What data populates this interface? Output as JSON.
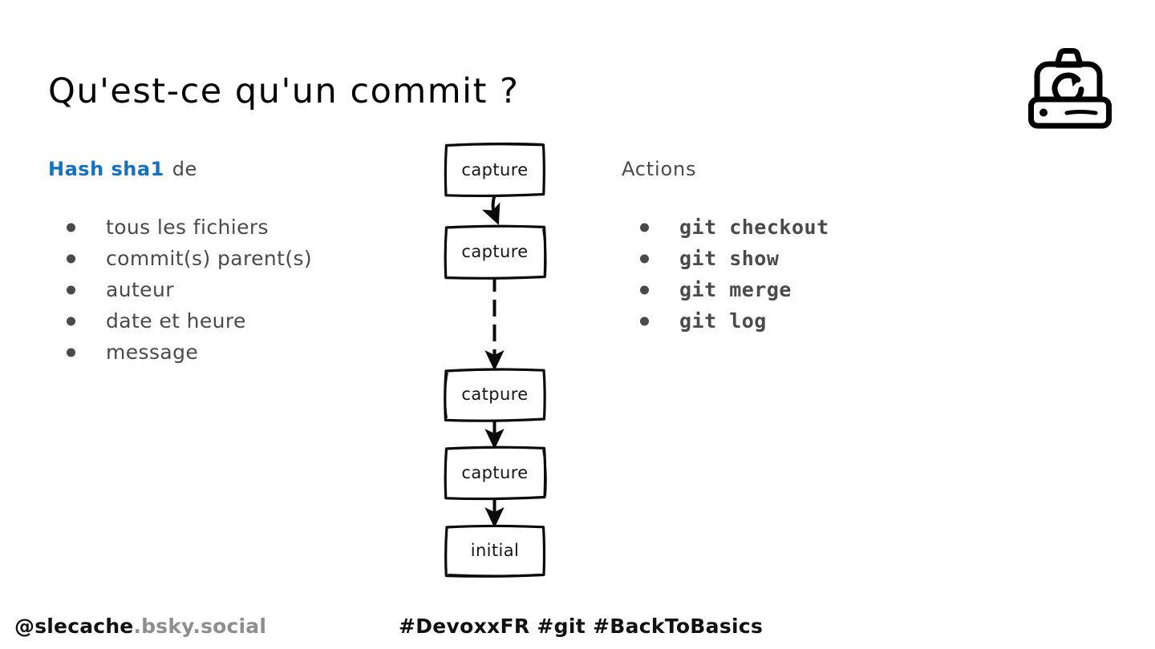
{
  "slide": {
    "title": "Qu'est-ce qu'un commit ?",
    "background_color": "#ffffff"
  },
  "icons": {
    "camera": "camera-refresh-icon"
  },
  "colors": {
    "accent_blue": "#1571c2",
    "body_gray": "#4a4a4a",
    "footer_gray": "#8e8e8e",
    "ink_black": "#111111"
  },
  "left_column": {
    "heading_highlight": "Hash sha1",
    "heading_rest": "de",
    "items": [
      {
        "label": "tous les fichiers"
      },
      {
        "label": "commit(s) parent(s)"
      },
      {
        "label": "auteur"
      },
      {
        "label": "date et heure"
      },
      {
        "label": "message"
      }
    ]
  },
  "right_column": {
    "heading": "Actions",
    "items": [
      {
        "label": "git checkout"
      },
      {
        "label": "git show"
      },
      {
        "label": "git merge"
      },
      {
        "label": "git log"
      }
    ]
  },
  "diagram": {
    "nodes": [
      {
        "label": "capture"
      },
      {
        "label": "capture"
      },
      {
        "label": "catpure"
      },
      {
        "label": "capture"
      },
      {
        "label": "initial"
      }
    ],
    "connectors": [
      {
        "from": 0,
        "to": 1,
        "style": "solid-arrow"
      },
      {
        "from": 1,
        "to": 2,
        "style": "dashed-arrow"
      },
      {
        "from": 2,
        "to": 3,
        "style": "solid-arrow"
      },
      {
        "from": 3,
        "to": 4,
        "style": "solid-arrow"
      }
    ]
  },
  "footer": {
    "handle": "@slecache",
    "domain": ".bsky.social",
    "tags": "#DevoxxFR #git #BackToBasics"
  }
}
